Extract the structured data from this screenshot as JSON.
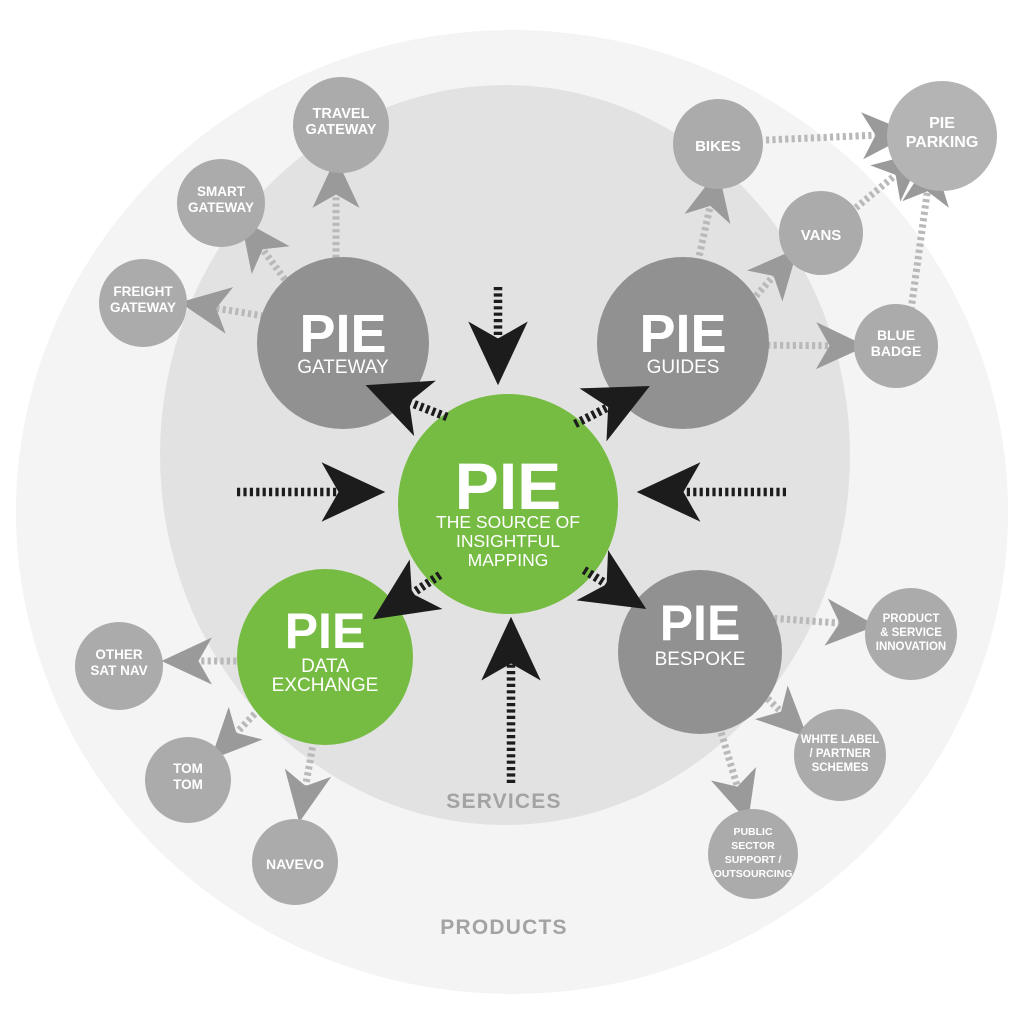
{
  "diagram": {
    "title": "PIE ecosystem diagram",
    "rings": [
      {
        "id": "products",
        "label": "PRODUCTS",
        "color": "#f4f4f4"
      },
      {
        "id": "services",
        "label": "SERVICES",
        "color": "#e2e2e2"
      }
    ],
    "colors": {
      "green": "#76bc43",
      "hub_gray": "#919191",
      "satellite_gray": "#ababab",
      "ring_outer": "#f4f4f4",
      "ring_inner": "#e2e2e2",
      "arrow_dark": "#1c1c1c",
      "arrow_light": "#9a9a9a",
      "label_gray": "#a3a3a3",
      "text_white": "#ffffff"
    },
    "core": {
      "id": "pie-core",
      "title": "PIE",
      "subtitle_lines": [
        "THE SOURCE OF",
        "INSIGHTFUL",
        "MAPPING"
      ],
      "color": "#76bc43"
    },
    "hubs": [
      {
        "id": "pie-gateway",
        "title": "PIE",
        "subtitle": "GATEWAY",
        "color": "#919191"
      },
      {
        "id": "pie-guides",
        "title": "PIE",
        "subtitle": "GUIDES",
        "color": "#919191"
      },
      {
        "id": "pie-bespoke",
        "title": "PIE",
        "subtitle": "BESPOKE",
        "color": "#919191"
      },
      {
        "id": "pie-data-exchange",
        "title": "PIE",
        "subtitle_lines": [
          "DATA",
          "EXCHANGE"
        ],
        "color": "#76bc43"
      }
    ],
    "satellites": {
      "gateway": [
        "TRAVEL GATEWAY",
        "SMART GATEWAY",
        "FREIGHT GATEWAY"
      ],
      "guides": [
        "BIKES",
        "VANS",
        "BLUE BADGE",
        "PIE PARKING"
      ],
      "bespoke": [
        "PRODUCT & SERVICE INNOVATION",
        "WHITE LABEL / PARTNER SCHEMES",
        "PUBLIC SECTOR SUPPORT / OUTSOURCING"
      ],
      "data_exchange": [
        "OTHER SAT NAV",
        "TOM TOM",
        "NAVEVO"
      ]
    },
    "nodes": {
      "travel_gateway": {
        "lines": [
          "TRAVEL",
          "GATEWAY"
        ]
      },
      "smart_gateway": {
        "lines": [
          "SMART",
          "GATEWAY"
        ]
      },
      "freight_gateway": {
        "lines": [
          "FREIGHT",
          "GATEWAY"
        ]
      },
      "bikes": {
        "lines": [
          "BIKES"
        ]
      },
      "vans": {
        "lines": [
          "VANS"
        ]
      },
      "blue_badge": {
        "lines": [
          "BLUE",
          "BADGE"
        ]
      },
      "pie_parking": {
        "lines": [
          "PIE",
          "PARKING"
        ]
      },
      "product_service_innovation": {
        "lines": [
          "PRODUCT",
          "& SERVICE",
          "INNOVATION"
        ]
      },
      "white_label_partner_schemes": {
        "lines": [
          "WHITE LABEL",
          "/ PARTNER",
          "SCHEMES"
        ]
      },
      "public_sector_support": {
        "lines": [
          "PUBLIC",
          "SECTOR",
          "SUPPORT /",
          "OUTSOURCING"
        ]
      },
      "other_sat_nav": {
        "lines": [
          "OTHER",
          "SAT NAV"
        ]
      },
      "tom_tom": {
        "lines": [
          "TOM",
          "TOM"
        ]
      },
      "navevo": {
        "lines": [
          "NAVEVO"
        ]
      }
    }
  },
  "chart_data": {
    "type": "diagram",
    "title": "PIE ecosystem",
    "center": {
      "label": "PIE",
      "tagline": "THE SOURCE OF INSIGHTFUL MAPPING"
    },
    "groupings": [
      {
        "name": "SERVICES",
        "ring": "inner"
      },
      {
        "name": "PRODUCTS",
        "ring": "outer"
      }
    ],
    "nodes": [
      {
        "id": "pie",
        "label": "PIE",
        "type": "core",
        "color": "#76bc43"
      },
      {
        "id": "pie-gateway",
        "label": "PIE GATEWAY",
        "type": "hub",
        "color": "#919191"
      },
      {
        "id": "pie-guides",
        "label": "PIE GUIDES",
        "type": "hub",
        "color": "#919191"
      },
      {
        "id": "pie-bespoke",
        "label": "PIE BESPOKE",
        "type": "hub",
        "color": "#919191"
      },
      {
        "id": "pie-data-exchange",
        "label": "PIE DATA EXCHANGE",
        "type": "hub",
        "color": "#76bc43"
      },
      {
        "id": "travel-gateway",
        "label": "TRAVEL GATEWAY",
        "type": "satellite"
      },
      {
        "id": "smart-gateway",
        "label": "SMART GATEWAY",
        "type": "satellite"
      },
      {
        "id": "freight-gateway",
        "label": "FREIGHT GATEWAY",
        "type": "satellite"
      },
      {
        "id": "bikes",
        "label": "BIKES",
        "type": "satellite"
      },
      {
        "id": "vans",
        "label": "VANS",
        "type": "satellite"
      },
      {
        "id": "blue-badge",
        "label": "BLUE BADGE",
        "type": "satellite"
      },
      {
        "id": "pie-parking",
        "label": "PIE PARKING",
        "type": "satellite"
      },
      {
        "id": "product-service-innovation",
        "label": "PRODUCT & SERVICE INNOVATION",
        "type": "satellite"
      },
      {
        "id": "white-label-partner-schemes",
        "label": "WHITE LABEL / PARTNER SCHEMES",
        "type": "satellite"
      },
      {
        "id": "public-sector-support",
        "label": "PUBLIC SECTOR SUPPORT / OUTSOURCING",
        "type": "satellite"
      },
      {
        "id": "other-sat-nav",
        "label": "OTHER SAT NAV",
        "type": "satellite"
      },
      {
        "id": "tom-tom",
        "label": "TOM TOM",
        "type": "satellite"
      },
      {
        "id": "navevo",
        "label": "NAVEVO",
        "type": "satellite"
      }
    ],
    "edges": [
      {
        "from": "pie",
        "to": "pie-gateway",
        "style": "dashed-dark"
      },
      {
        "from": "pie",
        "to": "pie-guides",
        "style": "dashed-dark"
      },
      {
        "from": "pie",
        "to": "pie-bespoke",
        "style": "dashed-dark"
      },
      {
        "from": "pie",
        "to": "pie-data-exchange",
        "style": "dashed-dark"
      },
      {
        "from": "external-top",
        "to": "pie",
        "style": "dashed-dark"
      },
      {
        "from": "external-left",
        "to": "pie",
        "style": "dashed-dark"
      },
      {
        "from": "external-right",
        "to": "pie",
        "style": "dashed-dark"
      },
      {
        "from": "external-bottom",
        "to": "pie",
        "style": "dashed-dark"
      },
      {
        "from": "pie-gateway",
        "to": "travel-gateway",
        "style": "dashed-light"
      },
      {
        "from": "pie-gateway",
        "to": "smart-gateway",
        "style": "dashed-light"
      },
      {
        "from": "pie-gateway",
        "to": "freight-gateway",
        "style": "dashed-light"
      },
      {
        "from": "pie-guides",
        "to": "bikes",
        "style": "dashed-light"
      },
      {
        "from": "pie-guides",
        "to": "vans",
        "style": "dashed-light"
      },
      {
        "from": "pie-guides",
        "to": "blue-badge",
        "style": "dashed-light"
      },
      {
        "from": "bikes",
        "to": "pie-parking",
        "style": "dashed-light"
      },
      {
        "from": "vans",
        "to": "pie-parking",
        "style": "dashed-light"
      },
      {
        "from": "blue-badge",
        "to": "pie-parking",
        "style": "dashed-light"
      },
      {
        "from": "pie-bespoke",
        "to": "product-service-innovation",
        "style": "dashed-light"
      },
      {
        "from": "pie-bespoke",
        "to": "white-label-partner-schemes",
        "style": "dashed-light"
      },
      {
        "from": "pie-bespoke",
        "to": "public-sector-support",
        "style": "dashed-light"
      },
      {
        "from": "pie-data-exchange",
        "to": "other-sat-nav",
        "style": "dashed-light"
      },
      {
        "from": "pie-data-exchange",
        "to": "tom-tom",
        "style": "dashed-light"
      },
      {
        "from": "pie-data-exchange",
        "to": "navevo",
        "style": "dashed-light"
      }
    ]
  }
}
